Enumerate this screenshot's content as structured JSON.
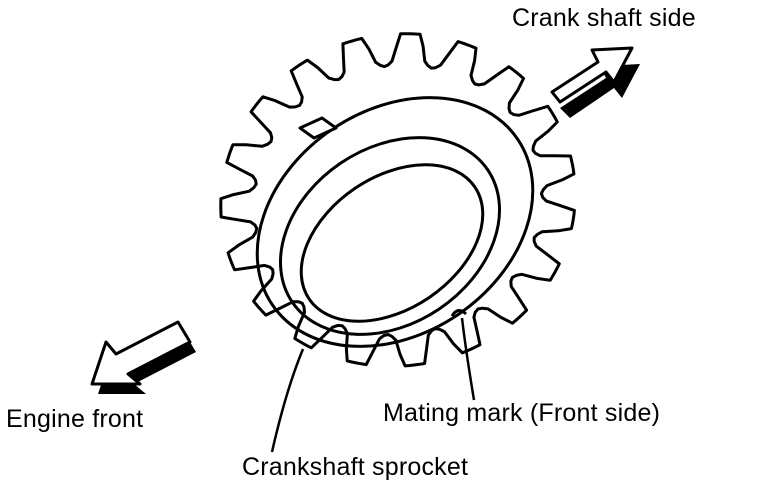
{
  "labels": {
    "crankshaft_side": "Crank shaft  side",
    "engine_front": "Engine  front",
    "mating_mark": "Mating  mark (Front side)",
    "crankshaft_sprocket": "Crankshaft  sprocket"
  },
  "colors": {
    "ink": "#000000",
    "paper": "#ffffff"
  },
  "icons": {
    "crankshaft_side_arrow": "arrow-up-right-icon",
    "engine_front_arrow": "arrow-down-left-icon"
  }
}
